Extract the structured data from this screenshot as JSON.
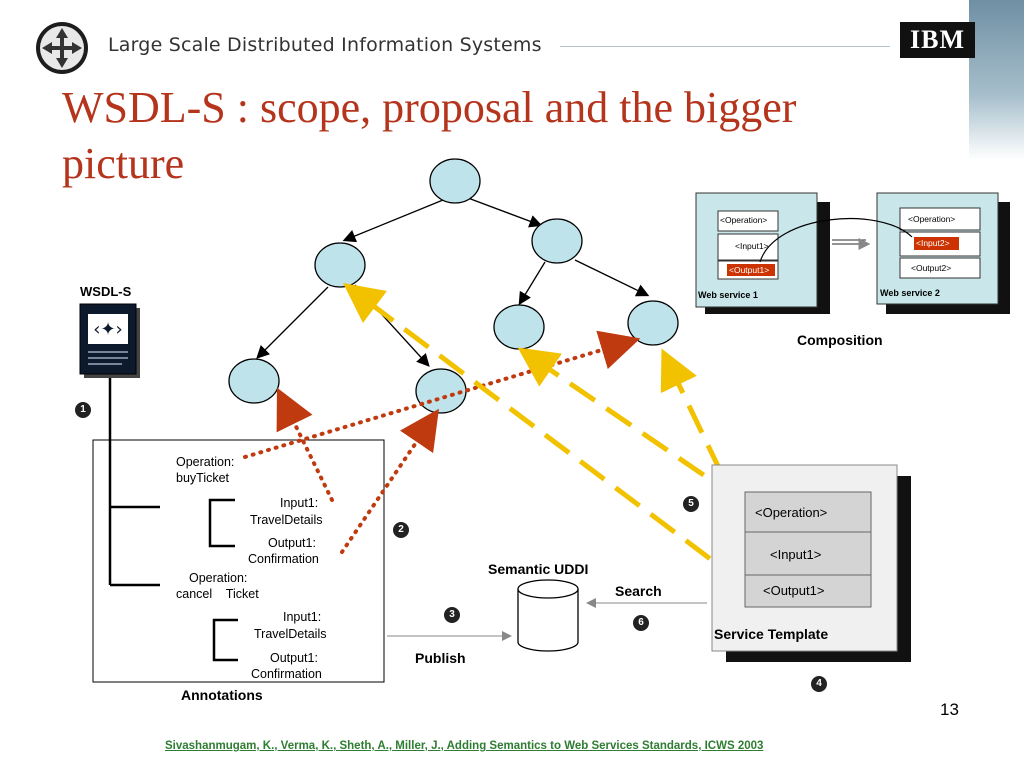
{
  "header": {
    "title": "Large Scale Distributed Information Systems",
    "ibm_logo_text": "IBM"
  },
  "slide_title": "WSDL-S : scope, proposal and the bigger picture",
  "wsdl_label": "WSDL-S",
  "annotations": {
    "op1_line1": "Operation:",
    "op1_line2": "buyTicket",
    "in1_line1": "Input1:",
    "in1_line2": "TravelDetails",
    "out1_line1": "Output1:",
    "out1_line2": "Confirmation",
    "op2_line1": "Operation:",
    "op2_line2": "cancel    Ticket",
    "in2_line1": "Input1:",
    "in2_line2": "TravelDetails",
    "out2_line1": "Output1:",
    "out2_line2": "Confirmation",
    "caption": "Annotations"
  },
  "uddi": {
    "label": "Semantic UDDI",
    "search": "Search",
    "publish": "Publish"
  },
  "template": {
    "operation": "<Operation>",
    "input": "<Input1>",
    "output": "<Output1>",
    "caption": "Service Template"
  },
  "composition": {
    "ws1": {
      "operation": "<Operation>",
      "input": "<Input1>",
      "output": "<Output1>",
      "label": "Web service 1"
    },
    "ws2": {
      "operation": "<Operation>",
      "input": "<Input2>",
      "output": "<Output2>",
      "label": "Web service 2"
    },
    "caption": "Composition"
  },
  "badges": [
    "1",
    "2",
    "3",
    "4",
    "5",
    "6"
  ],
  "page_number": "13",
  "citation": "Sivashanmugam, K., Verma, K., Sheth, A., Miller, J., Adding Semantics to Web Services Standards, ICWS 2003",
  "colors": {
    "title": "#b5341c",
    "node_fill": "#bfe3ea",
    "highlight": "#cc3300",
    "yellow_arrow": "#f2c200",
    "dotted_red": "#c03a10",
    "citation": "#2e7d32"
  }
}
